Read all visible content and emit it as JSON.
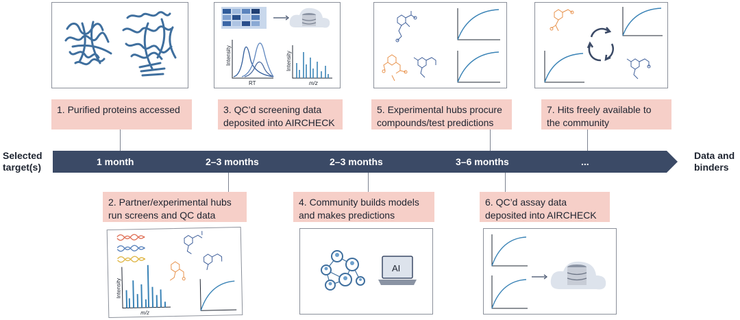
{
  "timeline": {
    "start_label": "Selected\ntarget(s)",
    "end_label": "Data and\nbinders",
    "durations": [
      "1 month",
      "2–3 months",
      "2–3 months",
      "3–6 months",
      "..."
    ]
  },
  "steps": [
    {
      "text": "1. Purified proteins accessed"
    },
    {
      "text": "2. Partner/experimental hubs\nrun screens and QC data"
    },
    {
      "text": "3. QC’d screening data\ndeposited into AIRCHECK"
    },
    {
      "text": "4. Community builds models\nand makes predictions"
    },
    {
      "text": "5. Experimental hubs procure\ncompounds/test predictions"
    },
    {
      "text": "6. QC’d assay data\ndeposited into AIRCHECK"
    },
    {
      "text": "7. Hits freely available to\nthe community"
    }
  ],
  "panel_text": {
    "intensity": "Intensity",
    "rt": "RT",
    "mz": "m/z",
    "ai": "AI"
  },
  "colors": {
    "arrow": "#3b4a66",
    "label_bg": "#f6cfc8",
    "protein": "#3f6f9e",
    "molecule_blue": "#3f5f9a",
    "molecule_orange": "#e8914a",
    "curve": "#3a83b6"
  }
}
